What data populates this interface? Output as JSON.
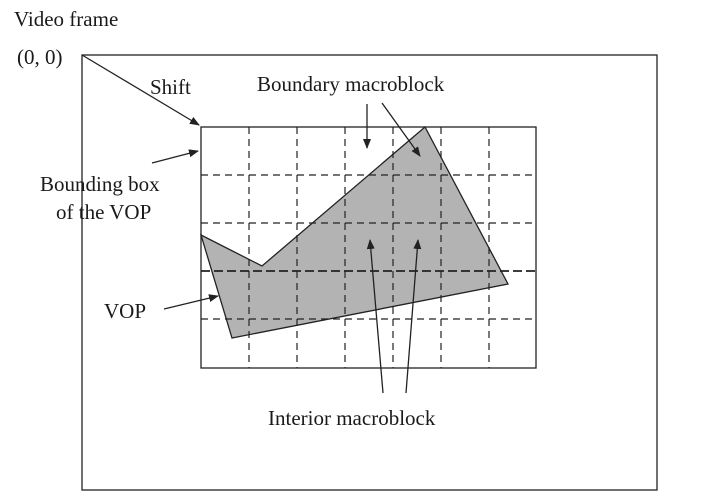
{
  "labels": {
    "video_frame": "Video frame",
    "origin": "(0, 0)",
    "shift": "Shift",
    "boundary_macroblock": "Boundary macroblock",
    "bounding_box_line1": "Bounding box",
    "bounding_box_line2": "of the VOP",
    "vop": "VOP",
    "interior_macroblock": "Interior macroblock"
  },
  "colors": {
    "vop_fill": "#b3b3b3",
    "line": "#222222"
  }
}
